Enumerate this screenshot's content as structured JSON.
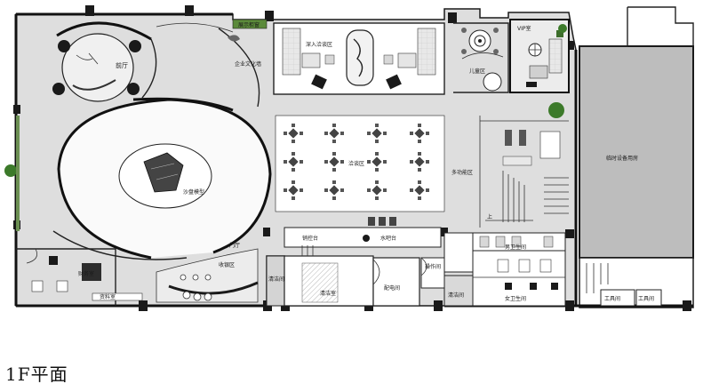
{
  "title": "1F平面",
  "rooms": {
    "lobby": "前厅",
    "culture_wall": "企业文化墙",
    "deep_talk": "深入洽谈区",
    "kids": "儿童区",
    "vip": "VIP室",
    "negotiation": "洽谈区",
    "sand_table": "沙盘模型",
    "multi_function": "多功能区",
    "temp_equipment": "临时设备用房",
    "finance": "财务室",
    "archive": "资料室",
    "reception": "收银区",
    "entrance_lobby": "门厅",
    "cleaning": "清洁间",
    "cleaning_storage": "清洁室",
    "electric": "配电间",
    "operation": "操作间",
    "cleaning_room": "清洁间",
    "sales_counter": "销控台",
    "water_bar": "水吧台",
    "mens_wc": "男卫生间",
    "womens_wc": "女卫生间",
    "tool_room_1": "工具间",
    "tool_room_2": "工具间",
    "up_stair": "上",
    "tag_top": "展示柜窗"
  },
  "colors": {
    "floor": "#dedede",
    "wall": "#1a1a1a",
    "green": "#3c7a2a",
    "equip_room": "#b9b9b9"
  }
}
